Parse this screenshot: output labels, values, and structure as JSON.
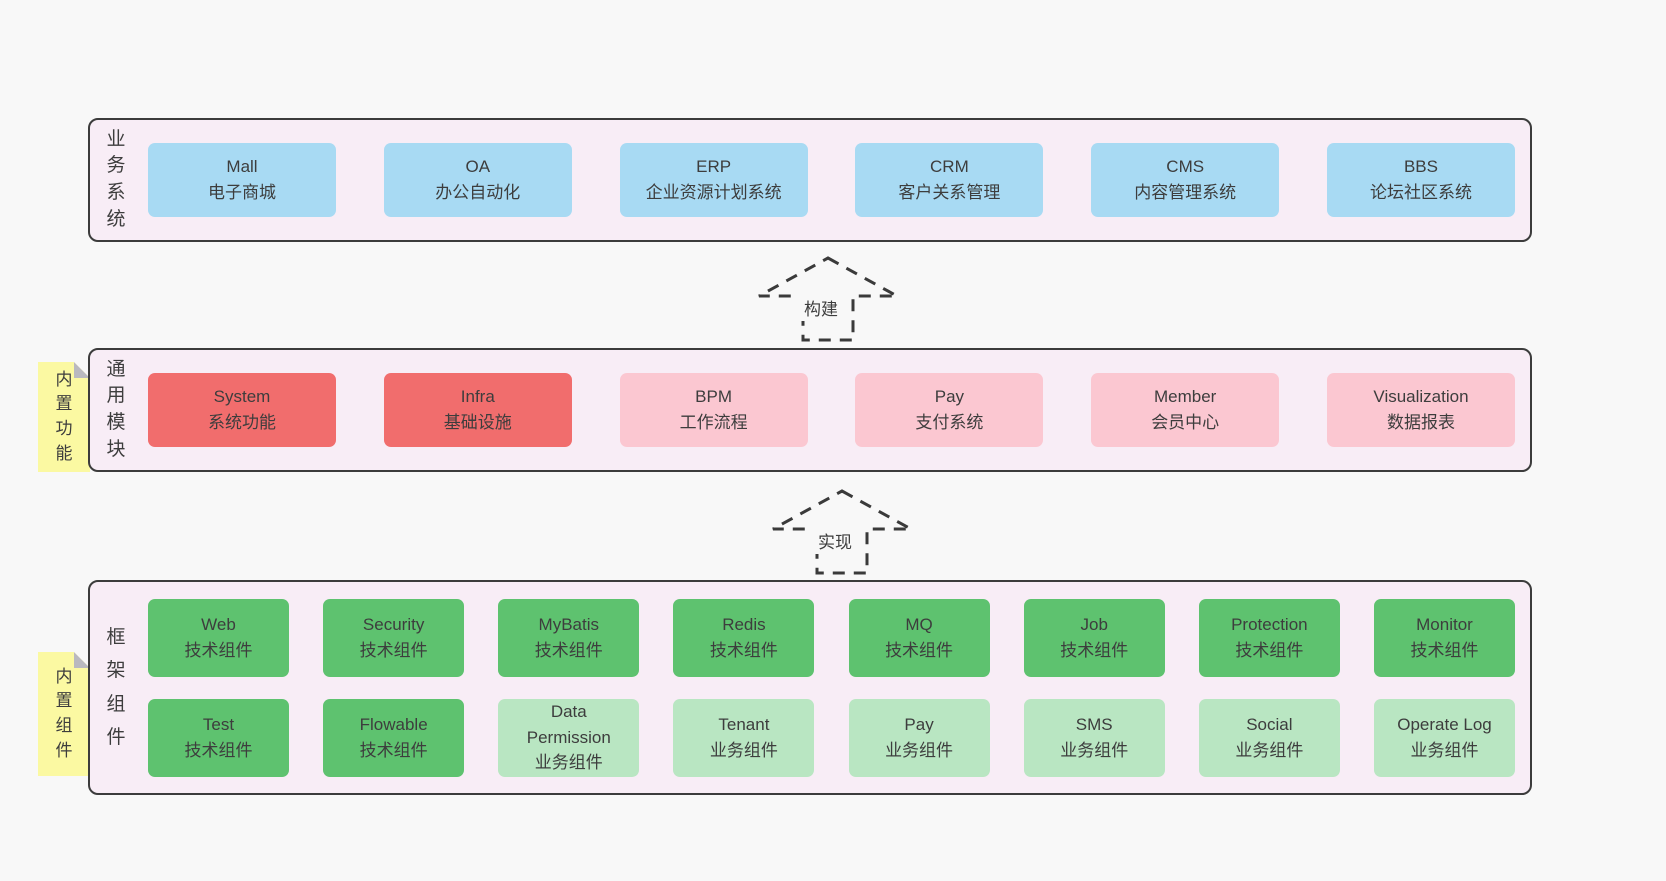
{
  "palette": {
    "page_background": "#f8f8f8",
    "band_background": "#f8edf6",
    "band_border": "#3c3c3c",
    "business_blue": "#a8daf3",
    "core_red": "#f16d6d",
    "module_pink": "#fbc7d1",
    "tech_green": "#5ec26f",
    "biz_green_light": "#b9e6c2",
    "note_yellow": "#fbf9a2",
    "note_fold_gray": "#b9b9bf",
    "text": "#3d3d3d"
  },
  "arrows": [
    {
      "label": "构建"
    },
    {
      "label": "实现"
    }
  ],
  "notes": [
    {
      "label": "内置功能"
    },
    {
      "label": "内置组件"
    }
  ],
  "bands": [
    {
      "label": "业务系统",
      "boxes": [
        {
          "name": "Mall",
          "sub": "电子商城"
        },
        {
          "name": "OA",
          "sub": "办公自动化"
        },
        {
          "name": "ERP",
          "sub": "企业资源计划系统"
        },
        {
          "name": "CRM",
          "sub": "客户关系管理"
        },
        {
          "name": "CMS",
          "sub": "内容管理系统"
        },
        {
          "name": "BBS",
          "sub": "论坛社区系统"
        }
      ]
    },
    {
      "label": "通用模块",
      "boxes": [
        {
          "name": "System",
          "sub": "系统功能"
        },
        {
          "name": "Infra",
          "sub": "基础设施"
        },
        {
          "name": "BPM",
          "sub": "工作流程"
        },
        {
          "name": "Pay",
          "sub": "支付系统"
        },
        {
          "name": "Member",
          "sub": "会员中心"
        },
        {
          "name": "Visualization",
          "sub": "数据报表"
        }
      ]
    },
    {
      "label": "框架组件",
      "rows": [
        [
          {
            "name": "Web",
            "sub": "技术组件"
          },
          {
            "name": "Security",
            "sub": "技术组件"
          },
          {
            "name": "MyBatis",
            "sub": "技术组件"
          },
          {
            "name": "Redis",
            "sub": "技术组件"
          },
          {
            "name": "MQ",
            "sub": "技术组件"
          },
          {
            "name": "Job",
            "sub": "技术组件"
          },
          {
            "name": "Protection",
            "sub": "技术组件"
          },
          {
            "name": "Monitor",
            "sub": "技术组件"
          }
        ],
        [
          {
            "name": "Test",
            "sub": "技术组件"
          },
          {
            "name": "Flowable",
            "sub": "技术组件"
          },
          {
            "name": "Data\nPermission",
            "sub": "业务组件"
          },
          {
            "name": "Tenant",
            "sub": "业务组件"
          },
          {
            "name": "Pay",
            "sub": "业务组件"
          },
          {
            "name": "SMS",
            "sub": "业务组件"
          },
          {
            "name": "Social",
            "sub": "业务组件"
          },
          {
            "name": "Operate Log",
            "sub": "业务组件"
          }
        ]
      ]
    }
  ]
}
